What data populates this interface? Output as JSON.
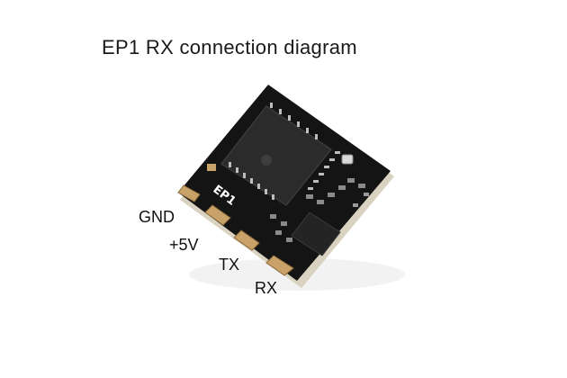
{
  "title": "EP1 RX connection diagram",
  "board": {
    "silkscreen": "EP1",
    "colors": {
      "pcb": "#141414",
      "chip": "#2a2a2a",
      "pad": "#c9a26a",
      "pad_light": "#e3c08a",
      "edge": "#e8e2d4"
    }
  },
  "pins": [
    {
      "label": "GND"
    },
    {
      "label": "+5V"
    },
    {
      "label": "TX"
    },
    {
      "label": "RX"
    }
  ]
}
